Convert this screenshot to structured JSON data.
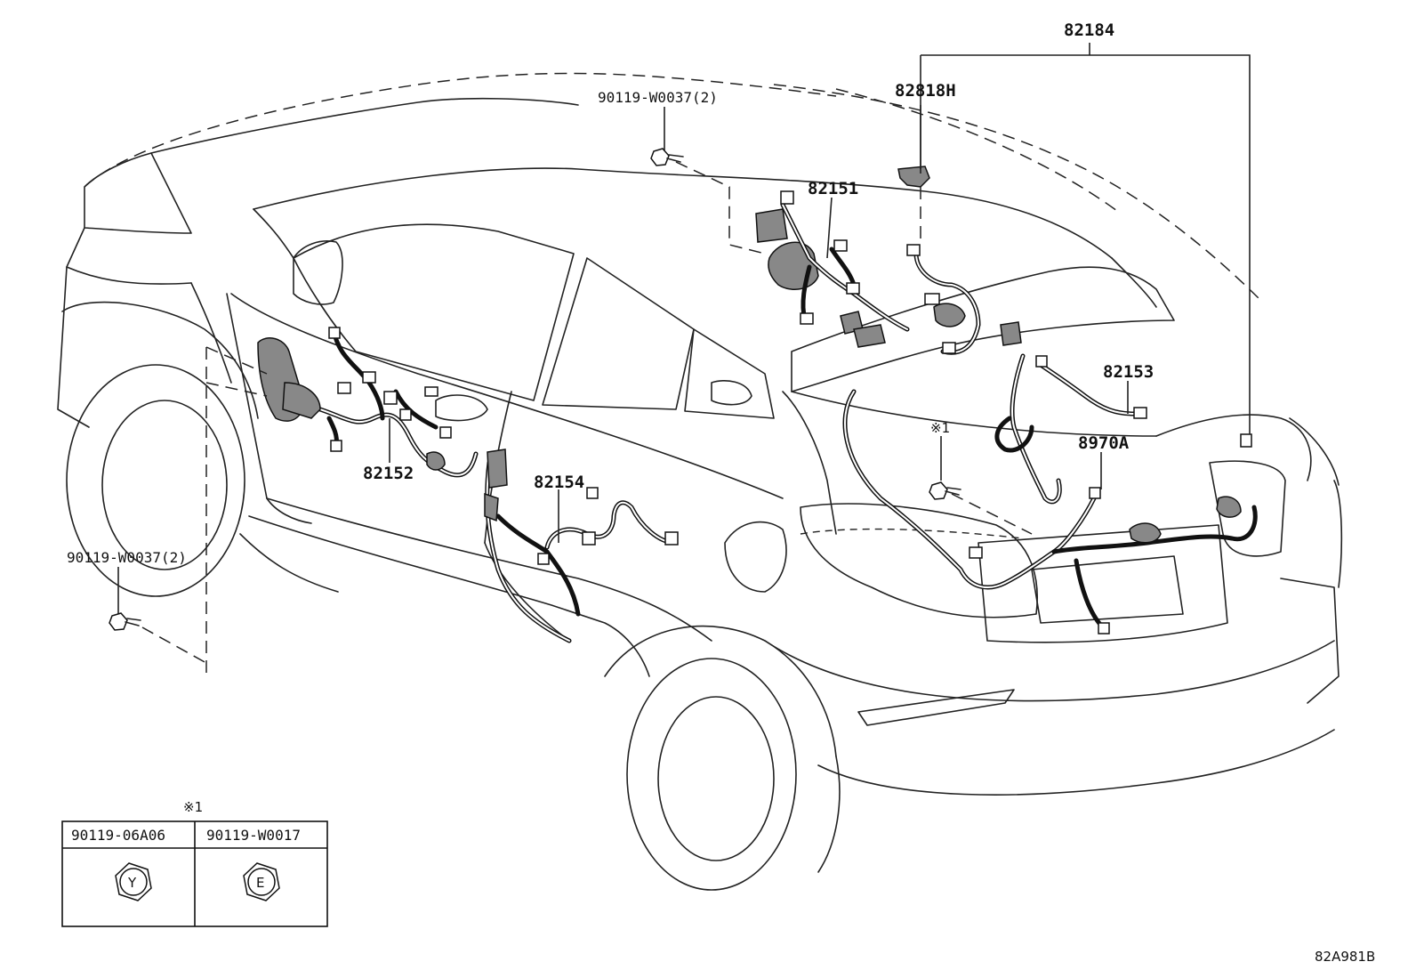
{
  "parts": {
    "p82184": "82184",
    "p82818H": "82818H",
    "p90119_top": "90119-W0037(2)",
    "p82151": "82151",
    "p82153": "82153",
    "p8970A": "8970A",
    "note_mark_right": "※1",
    "p82152": "82152",
    "p82154": "82154",
    "p90119_left": "90119-W0037(2)"
  },
  "legend": {
    "note_mark": "※1",
    "col1_header": "90119-06A06",
    "col2_header": "90119-W0017",
    "col1_symbol": "Y",
    "col2_symbol": "E"
  },
  "diagram_code": "82A981B"
}
